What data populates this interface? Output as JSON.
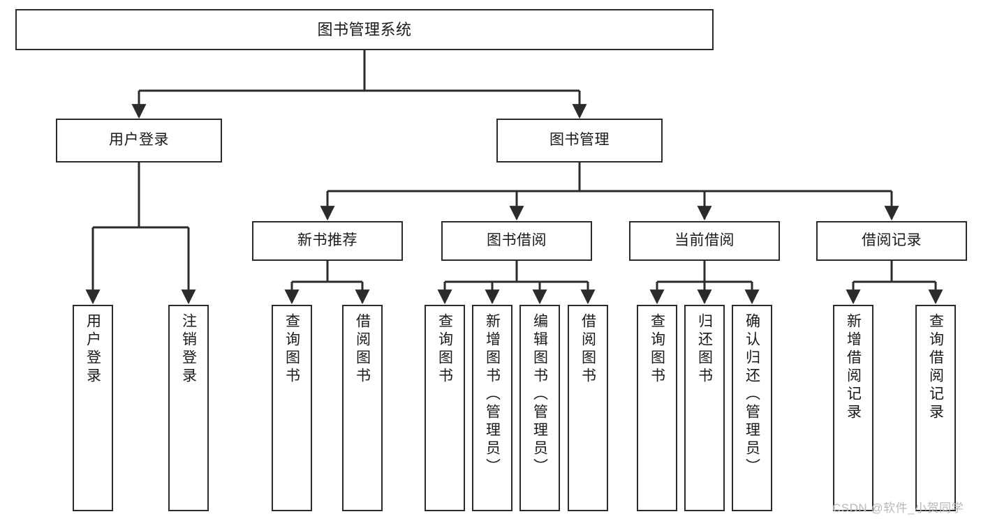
{
  "diagram": {
    "title": "图书管理系统",
    "type": "function-structure-tree",
    "background_color": "#ffffff",
    "box_border_color": "#2b2b2b",
    "edge_color": "#2b2b2b",
    "text_color": "#1a1a1a"
  },
  "nodes": {
    "root": {
      "label": "图书管理系统"
    },
    "level1": [
      {
        "label": "用户登录"
      },
      {
        "label": "图书管理"
      }
    ],
    "level2": [
      {
        "label": "新书推荐"
      },
      {
        "label": "图书借阅"
      },
      {
        "label": "当前借阅"
      },
      {
        "label": "借阅记录"
      }
    ],
    "leaves": {
      "user_login": [
        {
          "label": "用户登录"
        },
        {
          "label": "注销登录"
        }
      ],
      "new_book_recommend": [
        {
          "label": "查询图书"
        },
        {
          "label": "借阅图书"
        }
      ],
      "book_borrow": [
        {
          "label": "查询图书"
        },
        {
          "label": "新增图书（管理员）"
        },
        {
          "label": "编辑图书（管理员）"
        },
        {
          "label": "借阅图书"
        }
      ],
      "current_borrow": [
        {
          "label": "查询图书"
        },
        {
          "label": "归还图书"
        },
        {
          "label": "确认归还（管理员）"
        }
      ],
      "borrow_record": [
        {
          "label": "新增借阅记录"
        },
        {
          "label": "查询借阅记录"
        }
      ]
    }
  },
  "watermark": {
    "text": "CSDN @软件_小贺同学"
  }
}
